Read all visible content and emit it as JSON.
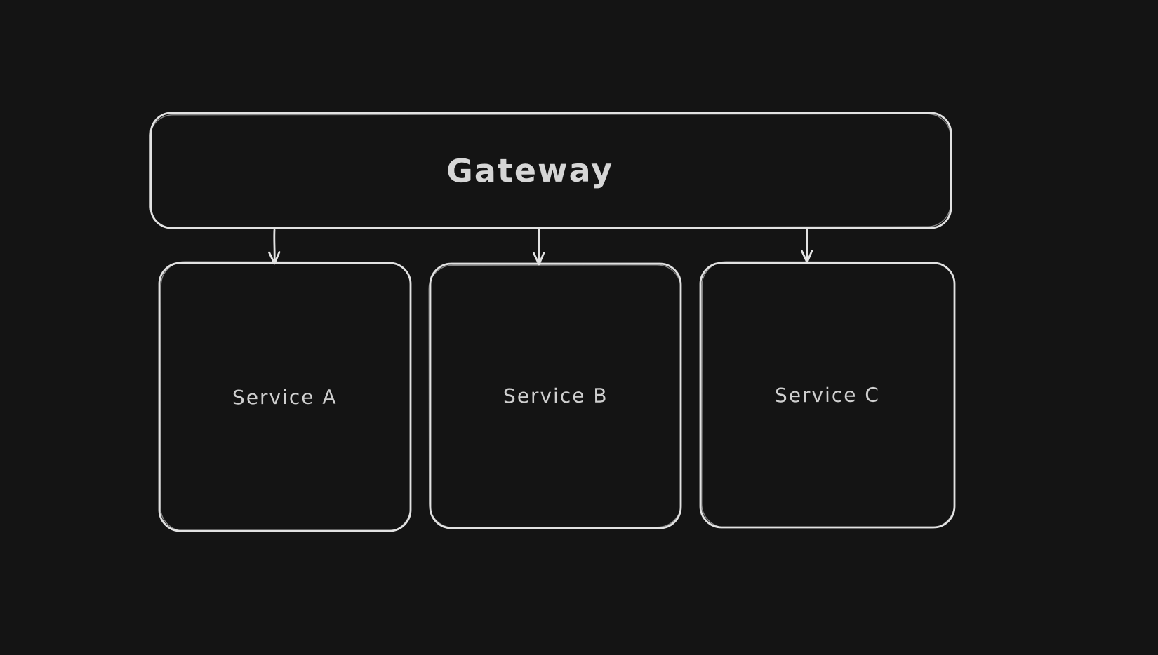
{
  "colors": {
    "canvas_background": "#141414",
    "stroke": "#e2e2e2",
    "label_text": "#d6d6d6"
  },
  "diagram": {
    "nodes": [
      {
        "id": "gateway",
        "label": "Gateway",
        "shape": "rounded-rectangle"
      },
      {
        "id": "service-a",
        "label": "Service A",
        "shape": "rounded-rectangle"
      },
      {
        "id": "service-b",
        "label": "Service B",
        "shape": "rounded-rectangle"
      },
      {
        "id": "service-c",
        "label": "Service C",
        "shape": "rounded-rectangle"
      }
    ],
    "edges": [
      {
        "from": "Gateway",
        "to": "Service A",
        "type": "arrow-down"
      },
      {
        "from": "Gateway",
        "to": "Service B",
        "type": "arrow-down"
      },
      {
        "from": "Gateway",
        "to": "Service C",
        "type": "arrow-down"
      }
    ]
  }
}
